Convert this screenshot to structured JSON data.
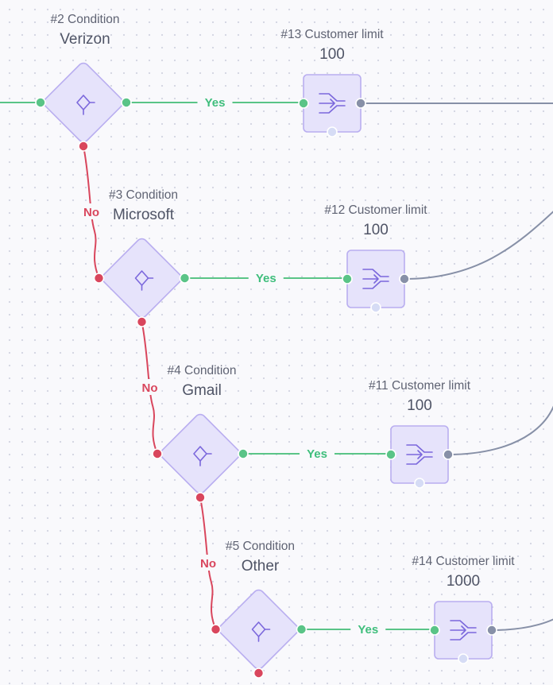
{
  "colors": {
    "yes": "#5ac487",
    "no": "#d9465d",
    "output": "#8790a7",
    "node_fill": "#e6e3fb",
    "node_stroke": "#b9aef0",
    "icon": "#7b68dc"
  },
  "conditions": [
    {
      "id": "#2 Condition",
      "label": "Verizon",
      "yes_label": "Yes",
      "no_label": "No"
    },
    {
      "id": "#3 Condition",
      "label": "Microsoft",
      "yes_label": "Yes",
      "no_label": "No"
    },
    {
      "id": "#4 Condition",
      "label": "Gmail",
      "yes_label": "Yes",
      "no_label": "No"
    },
    {
      "id": "#5 Condition",
      "label": "Other",
      "yes_label": "Yes",
      "no_label": ""
    }
  ],
  "limits": [
    {
      "id": "#13 Customer limit",
      "value": "100"
    },
    {
      "id": "#12 Customer limit",
      "value": "100"
    },
    {
      "id": "#11 Customer limit",
      "value": "100"
    },
    {
      "id": "#14 Customer limit",
      "value": "1000"
    }
  ],
  "icons": {
    "condition": "condition-branch-icon",
    "limit": "merge-arrow-icon"
  }
}
